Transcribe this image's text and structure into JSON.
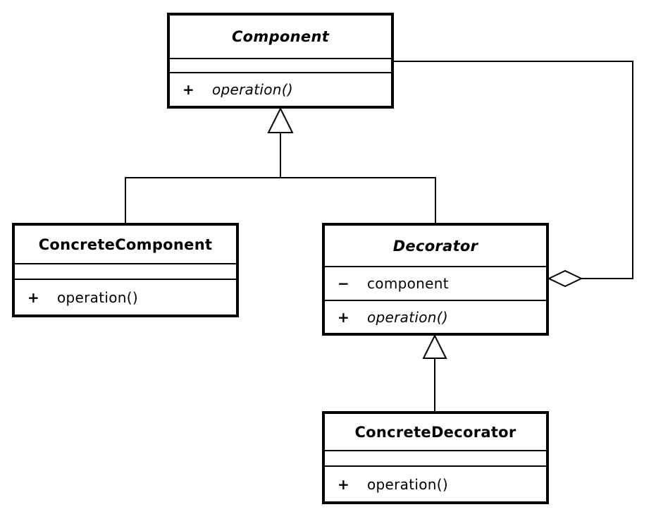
{
  "diagram": {
    "background_color": "#ffffff",
    "line_color": "#000000",
    "box_fill_color": "#ffffff",
    "classes": {
      "component": {
        "name": "Component",
        "attributes": [],
        "methods": [
          {
            "visibility": "+",
            "label": "operation()"
          }
        ]
      },
      "concrete_component": {
        "name": "ConcreteComponent",
        "attributes": [],
        "methods": [
          {
            "visibility": "+",
            "label": "operation()"
          }
        ]
      },
      "decorator": {
        "name": "Decorator",
        "attributes": [
          {
            "visibility": "−",
            "label": "component"
          }
        ],
        "methods": [
          {
            "visibility": "+",
            "label": "operation()"
          }
        ]
      },
      "concrete_decorator": {
        "name": "ConcreteDecorator",
        "attributes": [],
        "methods": [
          {
            "visibility": "+",
            "label": "operation()"
          }
        ]
      }
    },
    "relationships": [
      {
        "type": "generalization",
        "from": "ConcreteComponent",
        "to": "Component",
        "marker_icon": "hollow-triangle-icon"
      },
      {
        "type": "generalization",
        "from": "Decorator",
        "to": "Component",
        "marker_icon": "hollow-triangle-icon"
      },
      {
        "type": "generalization",
        "from": "ConcreteDecorator",
        "to": "Decorator",
        "marker_icon": "hollow-triangle-icon"
      },
      {
        "type": "aggregation",
        "from": "Decorator",
        "to": "Component",
        "marker_icon": "hollow-diamond-icon"
      }
    ]
  }
}
